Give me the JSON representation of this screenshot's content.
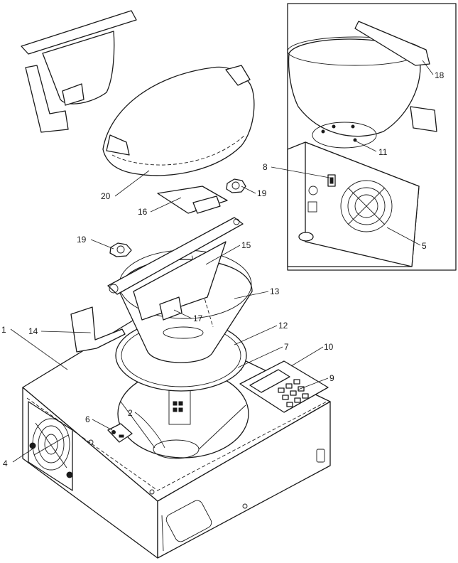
{
  "callouts": [
    {
      "id": "c1",
      "label": "1"
    },
    {
      "id": "c2",
      "label": "2"
    },
    {
      "id": "c4",
      "label": "4"
    },
    {
      "id": "c5",
      "label": "5"
    },
    {
      "id": "c6",
      "label": "6"
    },
    {
      "id": "c7",
      "label": "7"
    },
    {
      "id": "c8",
      "label": "8"
    },
    {
      "id": "c9",
      "label": "9"
    },
    {
      "id": "c10",
      "label": "10"
    },
    {
      "id": "c11",
      "label": "11"
    },
    {
      "id": "c12",
      "label": "12"
    },
    {
      "id": "c13",
      "label": "13"
    },
    {
      "id": "c14",
      "label": "14"
    },
    {
      "id": "c15",
      "label": "15"
    },
    {
      "id": "c16",
      "label": "16"
    },
    {
      "id": "c17",
      "label": "17"
    },
    {
      "id": "c18",
      "label": "18"
    },
    {
      "id": "c19a",
      "label": "19"
    },
    {
      "id": "c19b",
      "label": "19"
    },
    {
      "id": "c20",
      "label": "20"
    }
  ]
}
